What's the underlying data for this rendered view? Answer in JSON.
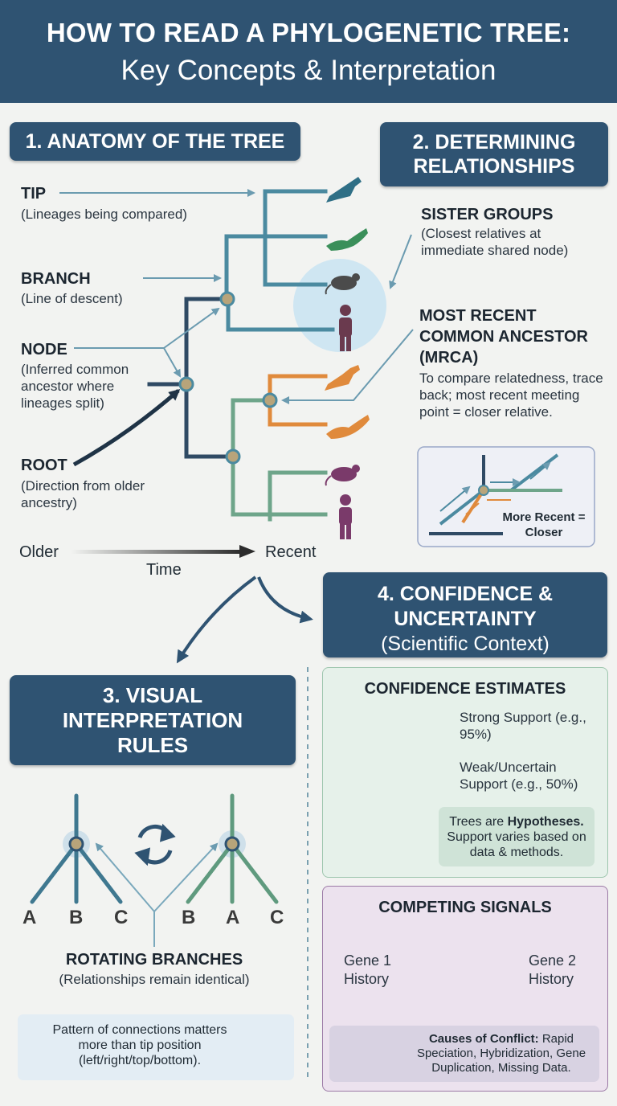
{
  "header": {
    "title": "HOW TO READ A PHYLOGENETIC TREE:",
    "subtitle": "Key Concepts & Interpretation"
  },
  "anatomy": {
    "heading": "1. ANATOMY OF THE TREE",
    "tip_label": "TIP",
    "tip_desc": "(Lineages being compared)",
    "branch_label": "BRANCH",
    "branch_desc": "(Line of descent)",
    "node_label": "NODE",
    "node_desc": "(Inferred common ancestor where lineages split)",
    "root_label": "ROOT",
    "root_desc": "(Direction from older ancestry)",
    "time_older": "Older",
    "time_recent": "Recent",
    "time_label": "Time"
  },
  "relationships": {
    "heading": "2. DETERMINING RELATIONSHIPS",
    "sister_label": "SISTER GROUPS",
    "sister_desc": "(Closest relatives at immediate shared node)",
    "mrca_label": "MOST RECENT COMMON ANCESTOR (MRCA)",
    "mrca_desc": "To compare relatedness, trace back; most recent meeting point = closer relative.",
    "mrca_box_text": "More Recent = Closer"
  },
  "rules": {
    "heading": "3. VISUAL INTERPRETATION RULES",
    "tree1_tips": [
      "A",
      "B",
      "C"
    ],
    "tree2_tips": [
      "B",
      "A",
      "C"
    ],
    "rotating_label": "ROTATING BRANCHES",
    "rotating_desc": "(Relationships remain identical)",
    "note": "Pattern of connections matters more than tip position (left/right/top/bottom)."
  },
  "confidence": {
    "heading": "4. CONFIDENCE & UNCERTAINTY",
    "heading_sub": "(Scientific Context)",
    "estimates_title": "CONFIDENCE ESTIMATES",
    "strong_label": "Strong Support (e.g., 95%)",
    "weak_label": "Weak/Uncertain Support (e.g., 50%)",
    "note_prefix": "Trees are ",
    "note_bold": "Hypotheses.",
    "note_rest": " Support varies based on data & methods.",
    "competing_title": "COMPETING SIGNALS",
    "gene1": "Gene 1 History",
    "gene2": "Gene 2 History",
    "causes_bold": "Causes of Conflict:",
    "causes_rest": " Rapid Speciation, Hybridization, Gene Duplication, Missing Data."
  },
  "colors": {
    "navy": "#2f5372",
    "teal": "#4b8aa0",
    "orange": "#e08a3c",
    "green": "#6ea58a",
    "purple": "#6a3a63"
  }
}
